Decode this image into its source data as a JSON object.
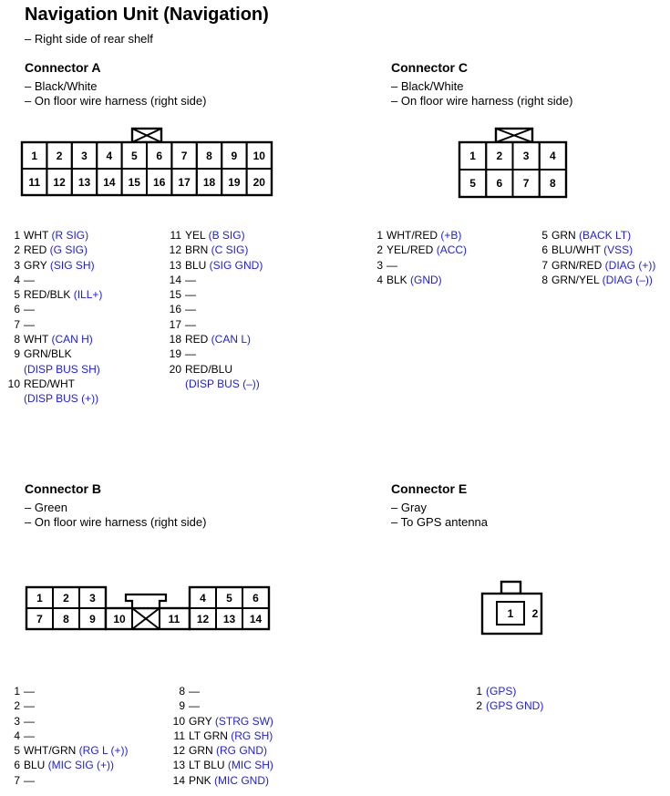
{
  "page": {
    "title": "Navigation Unit (Navigation)",
    "subtitle": "– Right side of rear shelf"
  },
  "colors": {
    "signal": "#1f1fd0",
    "text": "#000000"
  },
  "connectors": {
    "a": {
      "heading": "Connector A",
      "desc": [
        "– Black/White",
        "– On floor wire harness (right side)"
      ],
      "pin_numbers_top": [
        "1",
        "2",
        "3",
        "4",
        "5",
        "6",
        "7",
        "8",
        "9",
        "10"
      ],
      "pin_numbers_bottom": [
        "11",
        "12",
        "13",
        "14",
        "15",
        "16",
        "17",
        "18",
        "19",
        "20"
      ],
      "pins_left": [
        {
          "n": "1",
          "wire": "WHT",
          "sig": "(R SIG)"
        },
        {
          "n": "2",
          "wire": "RED",
          "sig": "(G SIG)"
        },
        {
          "n": "3",
          "wire": "GRY",
          "sig": "(SIG SH)"
        },
        {
          "n": "4",
          "wire": "—",
          "sig": ""
        },
        {
          "n": "5",
          "wire": "RED/BLK",
          "sig": "(ILL+)"
        },
        {
          "n": "6",
          "wire": "—",
          "sig": ""
        },
        {
          "n": "7",
          "wire": "—",
          "sig": ""
        },
        {
          "n": "8",
          "wire": "WHT",
          "sig": "(CAN H)"
        },
        {
          "n": "9",
          "wire": "GRN/BLK",
          "sig": "(DISP BUS SH)"
        },
        {
          "n": "10",
          "wire": "RED/WHT",
          "sig": "(DISP BUS (+))"
        }
      ],
      "pins_right": [
        {
          "n": "11",
          "wire": "YEL",
          "sig": "(B SIG)"
        },
        {
          "n": "12",
          "wire": "BRN",
          "sig": "(C SIG)"
        },
        {
          "n": "13",
          "wire": "BLU",
          "sig": "(SIG GND)"
        },
        {
          "n": "14",
          "wire": "—",
          "sig": ""
        },
        {
          "n": "15",
          "wire": "—",
          "sig": ""
        },
        {
          "n": "16",
          "wire": "—",
          "sig": ""
        },
        {
          "n": "17",
          "wire": "—",
          "sig": ""
        },
        {
          "n": "18",
          "wire": "RED",
          "sig": "(CAN L)"
        },
        {
          "n": "19",
          "wire": "—",
          "sig": ""
        },
        {
          "n": "20",
          "wire": "RED/BLU",
          "sig": "(DISP BUS (–))"
        }
      ]
    },
    "c": {
      "heading": "Connector C",
      "desc": [
        "– Black/White",
        "– On floor wire harness (right side)"
      ],
      "pin_numbers_top": [
        "1",
        "2",
        "3",
        "4"
      ],
      "pin_numbers_bottom": [
        "5",
        "6",
        "7",
        "8"
      ],
      "pins_left": [
        {
          "n": "1",
          "wire": "WHT/RED",
          "sig": "(+B)"
        },
        {
          "n": "2",
          "wire": "YEL/RED",
          "sig": "(ACC)"
        },
        {
          "n": "3",
          "wire": "—",
          "sig": ""
        },
        {
          "n": "4",
          "wire": "BLK",
          "sig": "(GND)"
        }
      ],
      "pins_right": [
        {
          "n": "5",
          "wire": "GRN",
          "sig": "(BACK LT)"
        },
        {
          "n": "6",
          "wire": "BLU/WHT",
          "sig": "(VSS)"
        },
        {
          "n": "7",
          "wire": "GRN/RED",
          "sig": "(DIAG (+))"
        },
        {
          "n": "8",
          "wire": "GRN/YEL",
          "sig": "(DIAG (–))"
        }
      ]
    },
    "b": {
      "heading": "Connector B",
      "desc": [
        "– Green",
        "– On floor wire harness (right side)"
      ],
      "pin_numbers": [
        "1",
        "2",
        "3",
        "4",
        "5",
        "6",
        "7",
        "8",
        "9",
        "10",
        "11",
        "12",
        "13",
        "14"
      ],
      "pins_left": [
        {
          "n": "1",
          "wire": "—",
          "sig": ""
        },
        {
          "n": "2",
          "wire": "—",
          "sig": ""
        },
        {
          "n": "3",
          "wire": "—",
          "sig": ""
        },
        {
          "n": "4",
          "wire": "—",
          "sig": ""
        },
        {
          "n": "5",
          "wire": "WHT/GRN",
          "sig": "(RG L (+))"
        },
        {
          "n": "6",
          "wire": "BLU",
          "sig": "(MIC SIG (+))"
        },
        {
          "n": "7",
          "wire": "—",
          "sig": ""
        }
      ],
      "pins_right": [
        {
          "n": "8",
          "wire": "—",
          "sig": ""
        },
        {
          "n": "9",
          "wire": "—",
          "sig": ""
        },
        {
          "n": "10",
          "wire": "GRY",
          "sig": "(STRG SW)"
        },
        {
          "n": "11",
          "wire": "LT GRN",
          "sig": "(RG SH)"
        },
        {
          "n": "12",
          "wire": "GRN",
          "sig": "(RG GND)"
        },
        {
          "n": "13",
          "wire": "LT BLU",
          "sig": "(MIC SH)"
        },
        {
          "n": "14",
          "wire": "PNK",
          "sig": "(MIC GND)"
        }
      ]
    },
    "e": {
      "heading": "Connector E",
      "desc": [
        "– Gray",
        "– To GPS antenna"
      ],
      "pin_numbers": [
        "1",
        "2"
      ],
      "pins": [
        {
          "n": "1",
          "wire": "",
          "sig": "(GPS)"
        },
        {
          "n": "2",
          "wire": "",
          "sig": "(GPS GND)"
        }
      ]
    }
  }
}
